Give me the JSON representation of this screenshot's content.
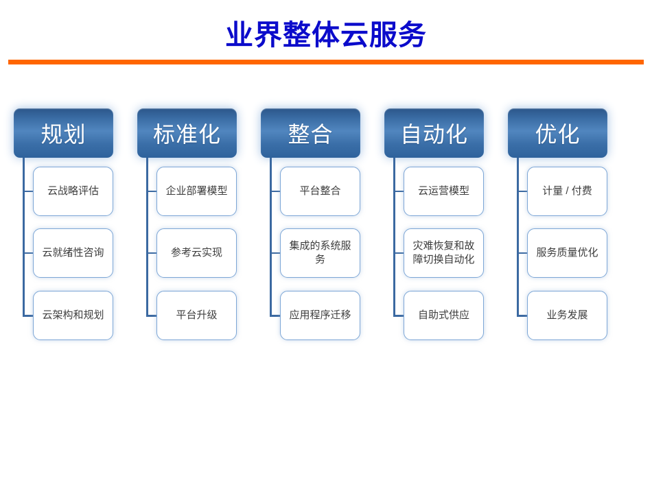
{
  "title": "业界整体云服务",
  "colors": {
    "title_text": "#0B0BCB",
    "title_rule": "#FF6600",
    "header_gradient_top": "#2B568A",
    "header_gradient_mid": "#5186BF",
    "header_gradient_bottom": "#2E629C",
    "header_text": "#FFFFFF",
    "connector": "#3B69A1",
    "node_border": "#7CA6D6",
    "node_fill": "#FFFFFF",
    "node_text": "#3D3D3D"
  },
  "columns": [
    {
      "header": "规划",
      "items": [
        "云战略评估",
        "云就绪性咨询",
        "云架构和规划"
      ]
    },
    {
      "header": "标准化",
      "items": [
        "企业部署模型",
        "参考云实现",
        "平台升级"
      ]
    },
    {
      "header": "整合",
      "items": [
        "平台整合",
        "集成的系统服务",
        "应用程序迁移"
      ]
    },
    {
      "header": "自动化",
      "items": [
        "云运营模型",
        "灾难恢复和故障切换自动化",
        "自助式供应"
      ]
    },
    {
      "header": "优化",
      "items": [
        "计量 / 付费",
        "服务质量优化",
        "业务发展"
      ]
    }
  ]
}
